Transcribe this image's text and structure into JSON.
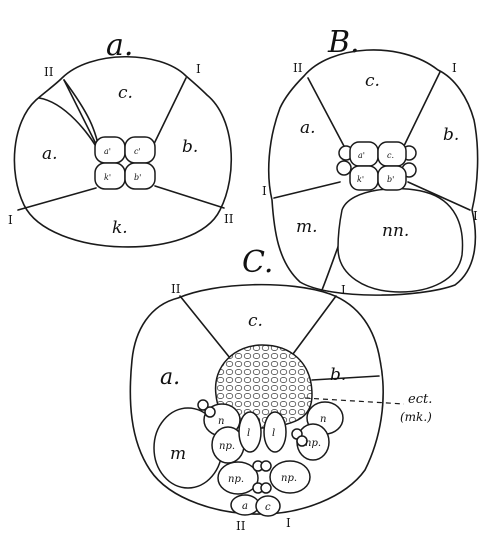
{
  "panel_a": {
    "title": "a.",
    "cells": {
      "c": "c.",
      "a": "a.",
      "b": "b.",
      "k": "k."
    },
    "micromeres": {
      "a1": "a'",
      "c1": "c'",
      "k1": "k'",
      "b1": "b'"
    },
    "roman": {
      "ii_top": "II",
      "i_top": "I",
      "i_left": "I",
      "ii_right": "II"
    }
  },
  "panel_b": {
    "title": "B.",
    "cells": {
      "c": "c.",
      "a": "a.",
      "b": "b.",
      "m": "m.",
      "nn": "nn."
    },
    "micromeres": {
      "a1": "a'",
      "c1": "c.",
      "k1": "k'",
      "b1": "b'"
    },
    "roman": {
      "ii_top": "II",
      "i_top": "I",
      "i_left": "I",
      "i_right": "I"
    }
  },
  "panel_c": {
    "title": "C.",
    "cells": {
      "c": "c.",
      "a": "a.",
      "b": "b.",
      "m": "m"
    },
    "inner": {
      "n_left": "n",
      "n_right": "n",
      "np_left": "np.",
      "np_right": "np.",
      "l_left": "l",
      "l_right": "l",
      "np_low_left": "np.",
      "np_low_right": "np."
    },
    "bottom": {
      "a": "a",
      "c": "c"
    },
    "roman": {
      "ii_top": "II",
      "i_top": "I",
      "ii_bottom": "II",
      "i_bottom": "I"
    },
    "annotation": {
      "line1": "ect.",
      "line2": "(mk.)"
    }
  }
}
